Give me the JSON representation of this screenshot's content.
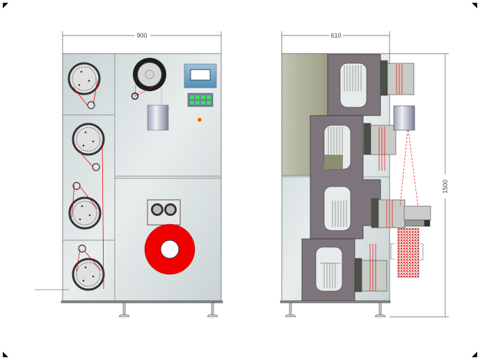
{
  "drawing": {
    "front_view": {
      "width_label": "900"
    },
    "side_view": {
      "depth_label": "610",
      "height_label": "1500"
    }
  },
  "colors": {
    "belt": "#ff0000",
    "panel": "#d3dcdd",
    "motor_housing": "#7d757b",
    "side_panel": "#b5b7a3"
  }
}
